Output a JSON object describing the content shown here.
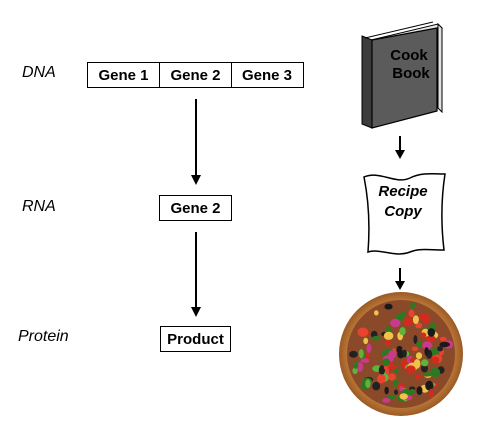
{
  "labels": {
    "dna": "DNA",
    "rna": "RNA",
    "protein": "Protein"
  },
  "genes": [
    "Gene 1",
    "Gene 2",
    "Gene 3"
  ],
  "rna_box": "Gene 2",
  "product_box": "Product",
  "book": {
    "line1": "Cook",
    "line2": "Book",
    "color": "#5b5b5b"
  },
  "recipe": {
    "line1": "Recipe",
    "line2": "Copy"
  },
  "pizza": {
    "icon": "pizza-image"
  }
}
